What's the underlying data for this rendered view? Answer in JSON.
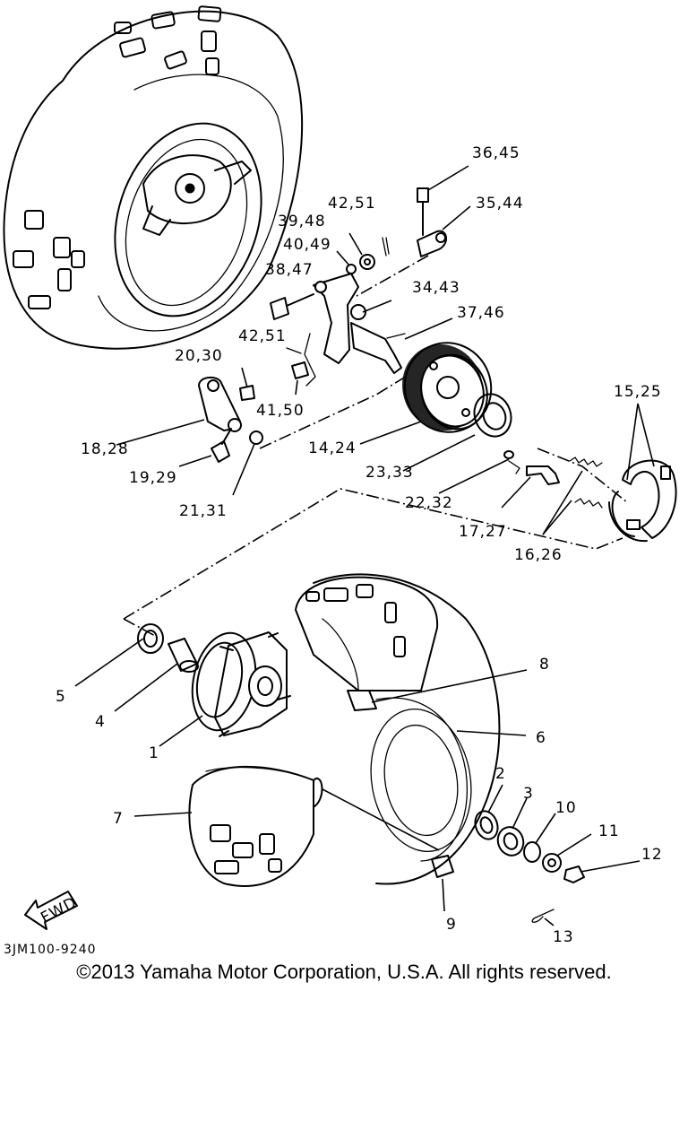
{
  "diagram": {
    "drawing_code": "3JM100-9240",
    "fwd_label": "FWD",
    "callouts": [
      "36,45",
      "35,44",
      "42,51",
      "39,48",
      "40,49",
      "38,47",
      "34,43",
      "37,46",
      "42,51",
      "20,30",
      "41,50",
      "18,28",
      "19,29",
      "14,24",
      "15,25",
      "23,33",
      "22,32",
      "21,31",
      "17,27",
      "16,26",
      "8",
      "5",
      "4",
      "1",
      "6",
      "7",
      "2",
      "3",
      "10",
      "11",
      "12",
      "9",
      "13"
    ]
  },
  "footer": {
    "copyright": "©2013 Yamaha Motor Corporation, U.S.A. All rights reserved."
  }
}
